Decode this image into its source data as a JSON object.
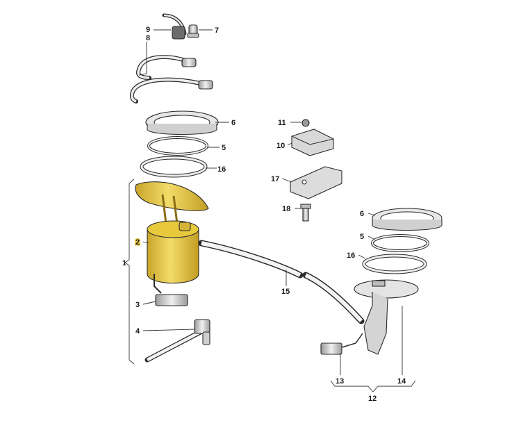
{
  "callouts": {
    "c1": "1",
    "c2": "2",
    "c3": "3",
    "c4": "4",
    "c5a": "5",
    "c5b": "5",
    "c6a": "6",
    "c6b": "6",
    "c7": "7",
    "c8": "8",
    "c9": "9",
    "c10": "10",
    "c11": "11",
    "c12": "12",
    "c13": "13",
    "c14": "14",
    "c15": "15",
    "c16a": "16",
    "c16b": "16",
    "c17": "17",
    "c18": "18"
  },
  "colors": {
    "highlight": "#e8c93c",
    "highlight_dark": "#b8961e",
    "metal_light": "#f2f2f2",
    "metal_mid": "#c9c9c9",
    "metal_dark": "#8c8c8c",
    "outline": "#2a2a2a"
  }
}
